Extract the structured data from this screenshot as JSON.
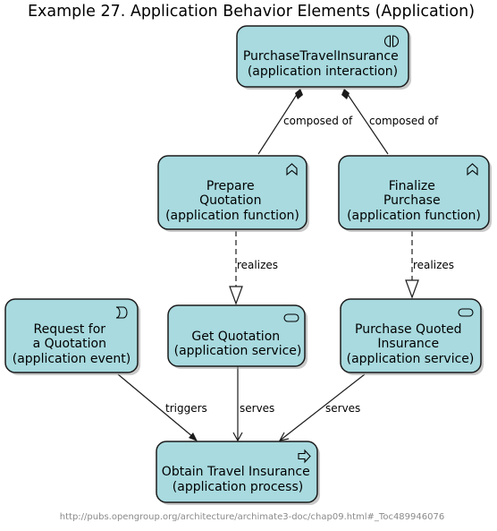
{
  "title": "Example 27. Application Behavior Elements (Application)",
  "footer": "http://pubs.opengroup.org/architecture/archimate3-doc/chap09.html#_Toc489946076",
  "colors": {
    "node_fill": "#a8dadf",
    "node_stroke": "#1b1b1b",
    "footer_text": "#8a8a8a"
  },
  "nodes": {
    "interaction": {
      "lines": [
        "PurchaseTravelInsurance",
        "(application interaction)"
      ],
      "icon": "application-interaction-icon"
    },
    "prepare": {
      "lines": [
        "Prepare",
        "Quotation",
        "(application function)"
      ],
      "icon": "application-function-icon"
    },
    "finalize": {
      "lines": [
        "Finalize",
        "Purchase",
        "(application function)"
      ],
      "icon": "application-function-icon"
    },
    "request": {
      "lines": [
        "Request for",
        "a Quotation",
        "(application event)"
      ],
      "icon": "application-event-icon"
    },
    "get_quotation": {
      "lines": [
        "Get Quotation",
        "(application service)"
      ],
      "icon": "application-service-icon"
    },
    "purchase_quoted": {
      "lines": [
        "Purchase Quoted",
        "Insurance",
        "(application service)"
      ],
      "icon": "application-service-icon"
    },
    "obtain": {
      "lines": [
        "Obtain Travel Insurance",
        "(application process)"
      ],
      "icon": "application-process-icon"
    }
  },
  "edges": {
    "composed_left": "composed of",
    "composed_right": "composed of",
    "realizes_left": "realizes",
    "realizes_right": "realizes",
    "triggers": "triggers",
    "serves_center": "serves",
    "serves_right": "serves"
  }
}
